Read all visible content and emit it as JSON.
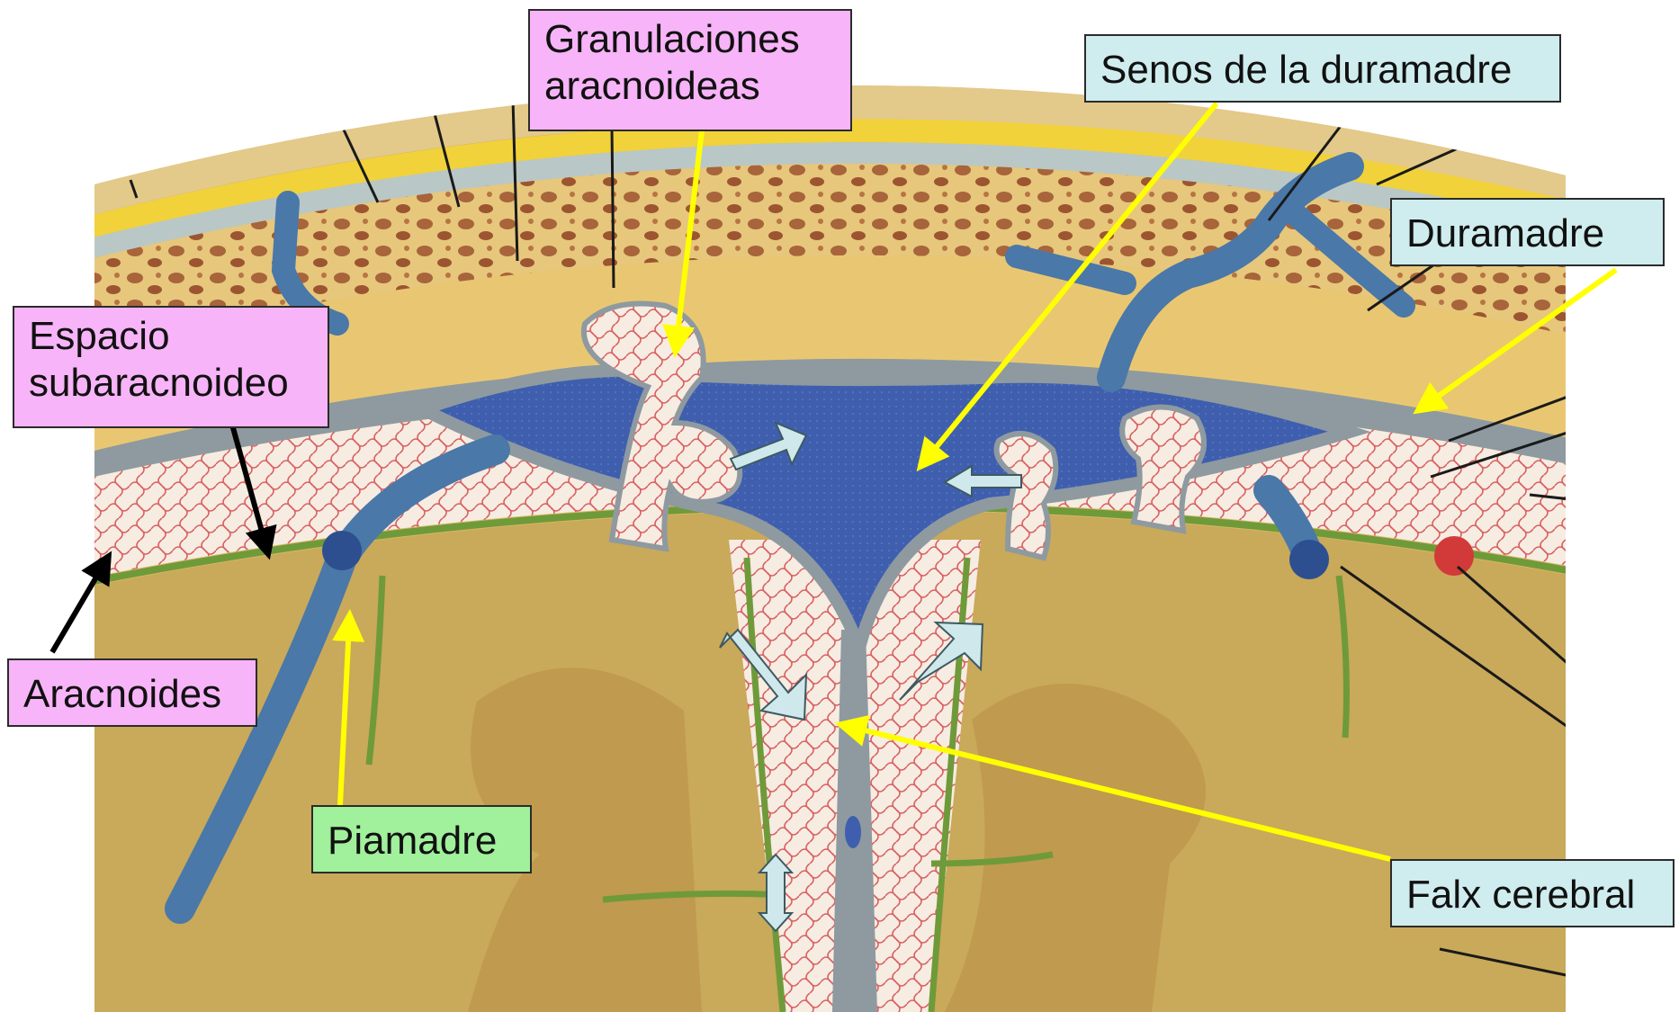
{
  "labels": {
    "granulaciones": [
      "Granulaciones",
      "aracnoideas"
    ],
    "senos": "Senos de la duramadre",
    "duramadre": "Duramadre",
    "espacio": [
      "Espacio",
      "subaracnoideo"
    ],
    "aracnoides": "Aracnoides",
    "piamadre": "Piamadre",
    "falx": "Falx cerebral"
  },
  "colors": {
    "pink_label": "#f8b4f8",
    "blue_label": "#cfecee",
    "green_label": "#a0f09c",
    "yellow_arrow": "#ffff00",
    "black_arrow": "#000000",
    "sinus_blue": "#3f5fae",
    "brain_tan": "#c9a95a",
    "pia_green": "#6f9a3a",
    "vessel_red": "#d23a3a",
    "flow_arrow": "#cfe8ec"
  }
}
